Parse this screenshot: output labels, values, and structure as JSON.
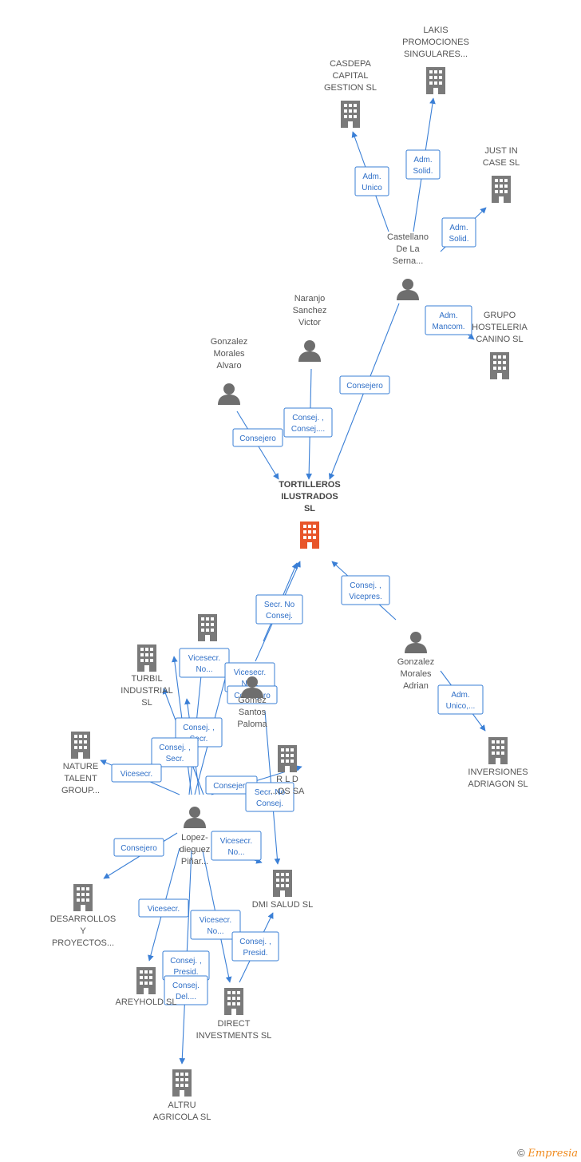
{
  "colors": {
    "edge": "#3a7fd6",
    "company": "#7a7a7a",
    "person": "#6e6e6e",
    "highlight": "#e8552a"
  },
  "nodes": [
    {
      "id": "tortilleros",
      "type": "company-main",
      "lines": [
        "TORTILLEROS",
        "ILUSTRADOS",
        "SL"
      ]
    },
    {
      "id": "casdepa",
      "type": "company",
      "lines": [
        "CASDEPA",
        "CAPITAL",
        "GESTION  SL"
      ]
    },
    {
      "id": "lakis",
      "type": "company",
      "lines": [
        "LAKIS",
        "PROMOCIONES",
        "SINGULARES..."
      ]
    },
    {
      "id": "justincase",
      "type": "company",
      "lines": [
        "JUST IN",
        "CASE  SL"
      ]
    },
    {
      "id": "grupohosteleria",
      "type": "company",
      "lines": [
        "GRUPO",
        "HOSTELERIA",
        "CANINO  SL"
      ]
    },
    {
      "id": "castellano",
      "type": "person",
      "lines": [
        "Castellano",
        "De La",
        "Serna..."
      ]
    },
    {
      "id": "naranjo",
      "type": "person",
      "lines": [
        "Naranjo",
        "Sanchez",
        "Victor"
      ]
    },
    {
      "id": "gonzalezalvaro",
      "type": "person",
      "lines": [
        "Gonzalez",
        "Morales",
        "Alvaro"
      ]
    },
    {
      "id": "gonzalezadrian",
      "type": "person",
      "lines": [
        "Gonzalez",
        "Morales",
        "Adrian"
      ]
    },
    {
      "id": "inversiones",
      "type": "company",
      "lines": [
        "INVERSIONES",
        "ADRIAGON SL"
      ]
    },
    {
      "id": "mid_company",
      "type": "company",
      "lines": []
    },
    {
      "id": "gomez",
      "type": "person",
      "lines": [
        "Gomez",
        "Santos",
        "Paloma"
      ]
    },
    {
      "id": "turbil",
      "type": "company",
      "lines": [
        "TURBIL",
        "INDUSTRIAL",
        "SL"
      ]
    },
    {
      "id": "nature",
      "type": "company",
      "lines": [
        "NATURE",
        "TALENT",
        "GROUP..."
      ]
    },
    {
      "id": "rld",
      "type": "company",
      "lines": [
        "R L D",
        "...OS SA"
      ]
    },
    {
      "id": "lopez",
      "type": "person",
      "lines": [
        "Lopez-",
        "dieguez",
        "Piñar..."
      ]
    },
    {
      "id": "desarrollos",
      "type": "company",
      "lines": [
        "DESARROLLOS",
        "Y",
        "PROYECTOS..."
      ]
    },
    {
      "id": "dmisalud",
      "type": "company",
      "lines": [
        "DMI SALUD  SL"
      ]
    },
    {
      "id": "areyhold",
      "type": "company",
      "lines": [
        "AREYHOLD  SL"
      ]
    },
    {
      "id": "direct",
      "type": "company",
      "lines": [
        "DIRECT",
        "INVESTMENTS SL"
      ]
    },
    {
      "id": "altru",
      "type": "company",
      "lines": [
        "ALTRU",
        "AGRICOLA  SL"
      ]
    }
  ],
  "edge_labels": [
    {
      "id": "adm-unico-casdepa",
      "lines": [
        "Adm.",
        "Unico"
      ]
    },
    {
      "id": "adm-solid-lakis",
      "lines": [
        "Adm.",
        "Solid."
      ]
    },
    {
      "id": "adm-solid-justin",
      "lines": [
        "Adm.",
        "Solid."
      ]
    },
    {
      "id": "adm-mancom",
      "lines": [
        "Adm.",
        "Mancom."
      ]
    },
    {
      "id": "consejero-castellano",
      "lines": [
        "Consejero"
      ]
    },
    {
      "id": "consej-naranjo",
      "lines": [
        "Consej. ,",
        "Consej...."
      ]
    },
    {
      "id": "consejero-alvaro",
      "lines": [
        "Consejero"
      ]
    },
    {
      "id": "secr-no-consej-top",
      "lines": [
        "Secr.  No",
        "Consej."
      ]
    },
    {
      "id": "consej-vicepres",
      "lines": [
        "Consej. ,",
        "Vicepres."
      ]
    },
    {
      "id": "adm-unico-adrian",
      "lines": [
        "Adm.",
        "Unico,..."
      ]
    },
    {
      "id": "vicesecr-no-1",
      "lines": [
        "Vicesecr.",
        "No..."
      ]
    },
    {
      "id": "vicesecr-no-2",
      "lines": [
        "Vicesecr.",
        "No..."
      ]
    },
    {
      "id": "consejero-gomez",
      "lines": [
        "Consejero"
      ]
    },
    {
      "id": "consej-secr-1",
      "lines": [
        "Consej. ,",
        "Secr."
      ]
    },
    {
      "id": "consej-secr-2",
      "lines": [
        "Consej. ,",
        "Secr."
      ]
    },
    {
      "id": "vicesecr-nature",
      "lines": [
        "Vicesecr."
      ]
    },
    {
      "id": "consejero-rld",
      "lines": [
        "Consejero"
      ]
    },
    {
      "id": "secr-no-consej-rld",
      "lines": [
        "Secr.  No",
        "Consej."
      ]
    },
    {
      "id": "consejero-desarrollos",
      "lines": [
        "Consejero"
      ]
    },
    {
      "id": "vicesecr-no-dmi",
      "lines": [
        "Vicesecr.",
        "No..."
      ]
    },
    {
      "id": "vicesecr-areyhold",
      "lines": [
        "Vicesecr."
      ]
    },
    {
      "id": "vicesecr-no-direct",
      "lines": [
        "Vicesecr.",
        "No..."
      ]
    },
    {
      "id": "consej-presid-direct",
      "lines": [
        "Consej. ,",
        "Presid."
      ]
    },
    {
      "id": "consej-presid-altru",
      "lines": [
        "Consej. ,",
        "Presid."
      ]
    },
    {
      "id": "consej-del-altru",
      "lines": [
        "Consej.",
        "Del...."
      ]
    }
  ],
  "brand": {
    "copyright": "©",
    "name": "mpresia",
    "initial": "E"
  }
}
